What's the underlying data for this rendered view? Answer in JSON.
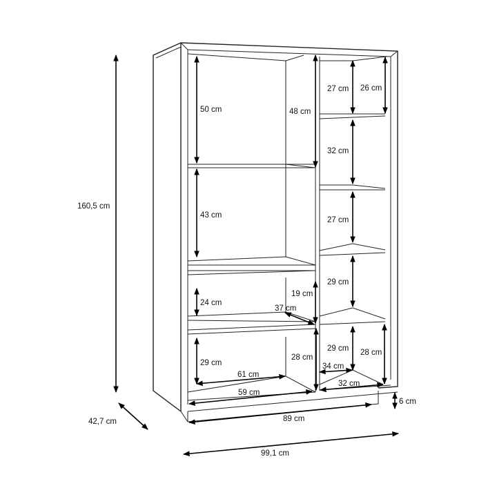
{
  "title": "Shelving cabinet dimensions",
  "dimensions": {
    "height_total": "160,5 cm",
    "depth_total": "42,7 cm",
    "width_total": "99,1 cm",
    "width_inner": "89 cm",
    "plinth_height": "6 cm",
    "left": {
      "top_compartment": "50 cm",
      "top_back": "48 cm",
      "middle_compartment": "43 cm",
      "drawer_gap": "24 cm",
      "drawer_back": "19 cm",
      "drawer_depth": "37 cm",
      "bottom_compartment": "29 cm",
      "bottom_back": "28 cm",
      "depth_front": "61 cm",
      "width_bottom": "59 cm"
    },
    "right": {
      "shelf1": "27 cm",
      "shelf1_back": "26 cm",
      "shelf2": "32 cm",
      "shelf3": "27 cm",
      "shelf4": "29 cm",
      "shelf5": "29 cm",
      "shelf5_back": "28 cm",
      "depth": "34 cm",
      "width": "32 cm"
    }
  }
}
